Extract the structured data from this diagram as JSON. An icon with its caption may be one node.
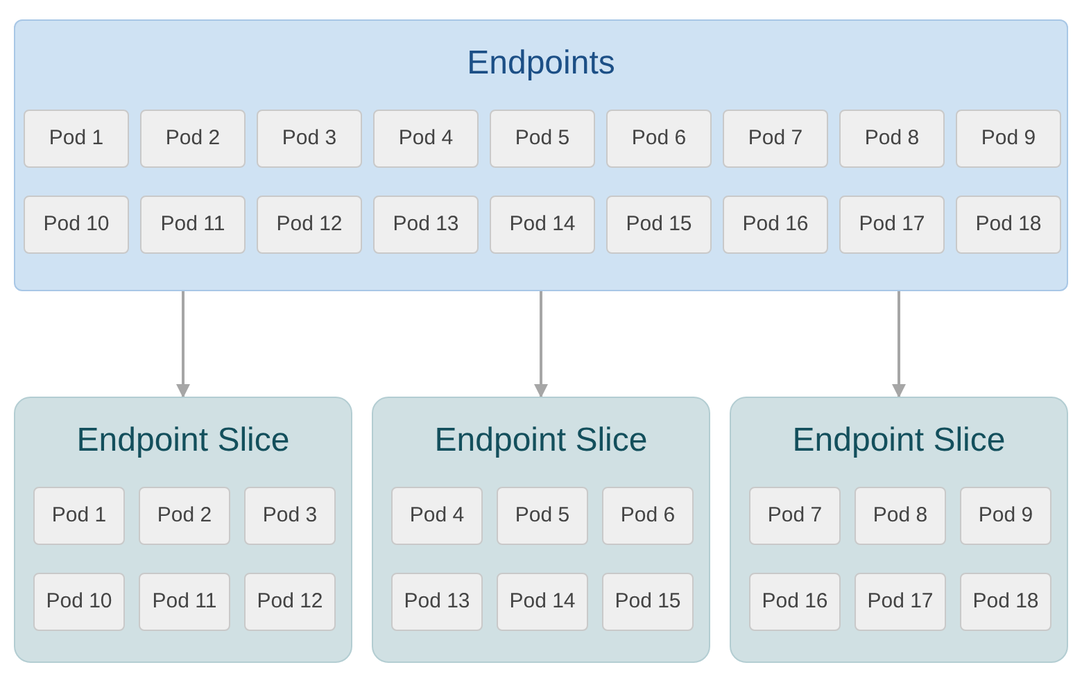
{
  "diagram": {
    "nodes": [
      {
        "text": [
          "Endpoints"
        ]
      },
      {
        "text": [
          "Pod 1"
        ],
        "in": 0
      },
      {
        "text": [
          "Pod 2"
        ],
        "in": 0
      },
      {
        "text": [
          "Pod 3"
        ],
        "in": 0
      },
      {
        "text": [
          "Pod 4"
        ],
        "in": 0
      },
      {
        "text": [
          "Pod 5"
        ],
        "in": 0
      },
      {
        "text": [
          "Pod 6"
        ],
        "in": 0
      },
      {
        "text": [
          "Pod 7"
        ],
        "in": 0
      },
      {
        "text": [
          "Pod 8"
        ],
        "in": 0
      },
      {
        "text": [
          "Pod 9"
        ],
        "in": 0
      },
      {
        "text": [
          "Pod 10"
        ],
        "in": 0
      },
      {
        "text": [
          "Pod 11"
        ],
        "in": 0
      },
      {
        "text": [
          "Pod 12"
        ],
        "in": 0
      },
      {
        "text": [
          "Pod 13"
        ],
        "in": 0
      },
      {
        "text": [
          "Pod 14"
        ],
        "in": 0
      },
      {
        "text": [
          "Pod 15"
        ],
        "in": 0
      },
      {
        "text": [
          "Pod 16"
        ],
        "in": 0
      },
      {
        "text": [
          "Pod 17"
        ],
        "in": 0
      },
      {
        "text": [
          "Pod 18"
        ],
        "in": 0
      },
      {
        "text": [
          "Endpoint Slice"
        ]
      },
      {
        "text": [
          "Pod 1"
        ],
        "in": 19
      },
      {
        "text": [
          "Pod 2"
        ],
        "in": 19
      },
      {
        "text": [
          "Pod 3"
        ],
        "in": 19
      },
      {
        "text": [
          "Pod 10"
        ],
        "in": 19
      },
      {
        "text": [
          "Pod 11"
        ],
        "in": 19
      },
      {
        "text": [
          "Pod 12"
        ],
        "in": 19
      },
      {
        "text": [
          "Endpoint Slice"
        ]
      },
      {
        "text": [
          "Pod 4"
        ],
        "in": 26
      },
      {
        "text": [
          "Pod 5"
        ],
        "in": 26
      },
      {
        "text": [
          "Pod 6"
        ],
        "in": 26
      },
      {
        "text": [
          "Pod 13"
        ],
        "in": 26
      },
      {
        "text": [
          "Pod 14"
        ],
        "in": 26
      },
      {
        "text": [
          "Pod 15"
        ],
        "in": 26
      },
      {
        "text": [
          "Endpoint Slice"
        ]
      },
      {
        "text": [
          "Pod 7"
        ],
        "in": 33
      },
      {
        "text": [
          "Pod 8"
        ],
        "in": 33
      },
      {
        "text": [
          "Pod 9"
        ],
        "in": 33
      },
      {
        "text": [
          "Pod 16"
        ],
        "in": 33
      },
      {
        "text": [
          "Pod 17"
        ],
        "in": 33
      },
      {
        "text": [
          "Pod 18"
        ],
        "in": 33
      }
    ],
    "edges": [
      {
        "from": 0,
        "to": 19,
        "arrow": "to"
      },
      {
        "from": 0,
        "to": 26,
        "arrow": "to"
      },
      {
        "from": 0,
        "to": 33,
        "arrow": "to"
      }
    ]
  }
}
